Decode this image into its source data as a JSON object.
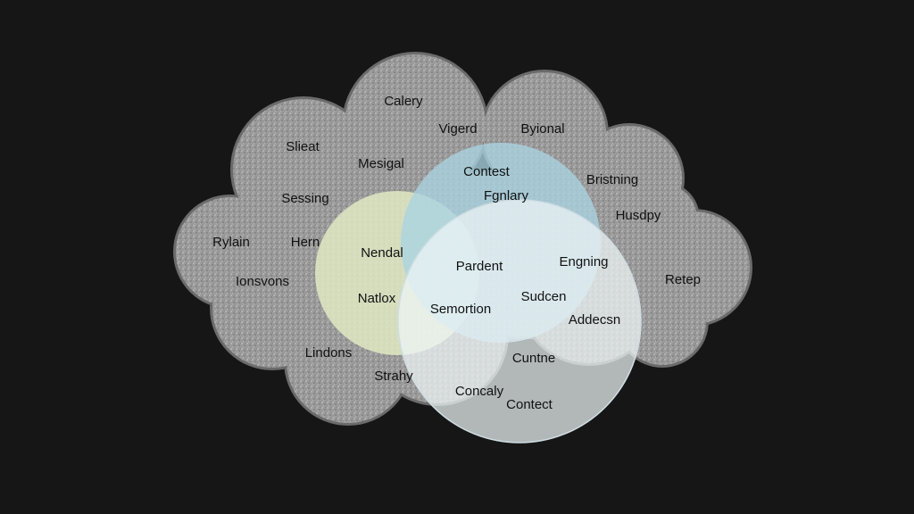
{
  "colors": {
    "background": "#161616",
    "cloud": "#9c9c9c",
    "circle_green": "#e3ecc4",
    "circle_blue": "#a9d4e2",
    "circle_white": "#e8f1f3",
    "text": "#111111"
  },
  "cloud_words": [
    "Calery",
    "Vigerd",
    "Byional",
    "Slieat",
    "Mesigal",
    "Bristning",
    "Sessing",
    "Husdpy",
    "Rylain",
    "Hern",
    "Ionsvons",
    "Retep",
    "Lindons",
    "Strahy"
  ],
  "green_circle_words": [
    "Nendal",
    "Natlox"
  ],
  "blue_circle_words": [
    "Contest",
    "Fgnlary"
  ],
  "white_circle_words": [
    "Pardent",
    "Engning",
    "Sudcen",
    "Semortion",
    "Addecsn",
    "Cuntne",
    "Concaly",
    "Contect"
  ]
}
